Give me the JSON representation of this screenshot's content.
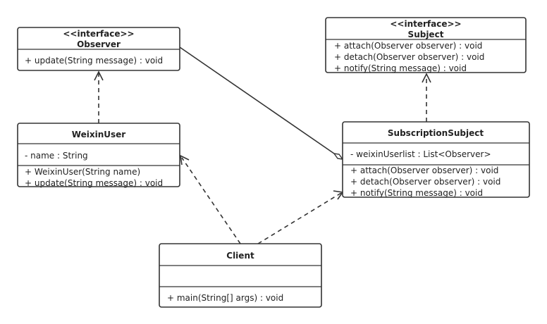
{
  "classes": {
    "observer": {
      "stereotype": "<<interface>>",
      "name": "Observer",
      "methods": [
        "+ update(String message) : void"
      ]
    },
    "subject": {
      "stereotype": "<<interface>>",
      "name": "Subject",
      "methods": [
        "+ attach(Observer observer) : void",
        "+ detach(Observer observer) : void",
        "+ notify(String message) : void"
      ]
    },
    "weixinUser": {
      "name": "WeixinUser",
      "attributes": [
        "- name : String"
      ],
      "methods": [
        "+ WeixinUser(String name)",
        "+ update(String message) : void"
      ]
    },
    "subscriptionSubject": {
      "name": "SubscriptionSubject",
      "attributes": [
        "- weixinUserlist : List<Observer>"
      ],
      "methods": [
        "+ attach(Observer observer) : void",
        "+ detach(Observer observer) : void",
        "+ notify(String message) : void"
      ]
    },
    "client": {
      "name": "Client",
      "attributes": [],
      "methods": [
        "+ main(String[] args) : void"
      ]
    }
  },
  "relations": [
    {
      "from": "WeixinUser",
      "to": "Observer",
      "type": "realization"
    },
    {
      "from": "SubscriptionSubject",
      "to": "Subject",
      "type": "realization"
    },
    {
      "from": "SubscriptionSubject",
      "to": "Observer",
      "type": "aggregation"
    },
    {
      "from": "Client",
      "to": "WeixinUser",
      "type": "dependency"
    },
    {
      "from": "Client",
      "to": "SubscriptionSubject",
      "type": "dependency"
    }
  ]
}
